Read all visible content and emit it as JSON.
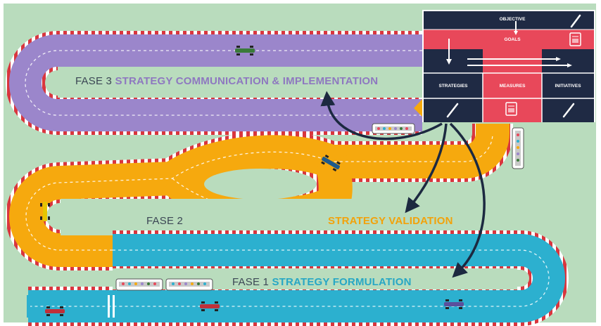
{
  "phases": {
    "fase3": {
      "prefix": "FASE 3",
      "title": "STRATEGY COMMUNICATION & IMPLEMENTATION"
    },
    "fase2": {
      "prefix": "FASE 2",
      "title": "STRATEGY VALIDATION"
    },
    "fase1": {
      "prefix": "FASE 1",
      "title": "STRATEGY FORMULATION"
    }
  },
  "panel": {
    "objective": "OBJECTIVE",
    "goals": "GOALS",
    "strategies": "STRATEGIES",
    "measures": "MEASURES",
    "initiatives": "INITIATIVES"
  },
  "colors": {
    "background": "#b9dcbd",
    "track_purple": "#9b86cb",
    "track_orange": "#f6a90e",
    "track_blue": "#2cb0cf",
    "curb_red": "#d9363e",
    "panel_navy": "#1f2a44",
    "panel_red": "#e8485a",
    "arrow_navy": "#1c2940"
  },
  "icons": [
    "pencil-icon",
    "document-icon",
    "arrow-icon",
    "race-car-icon",
    "grandstand-icon"
  ]
}
